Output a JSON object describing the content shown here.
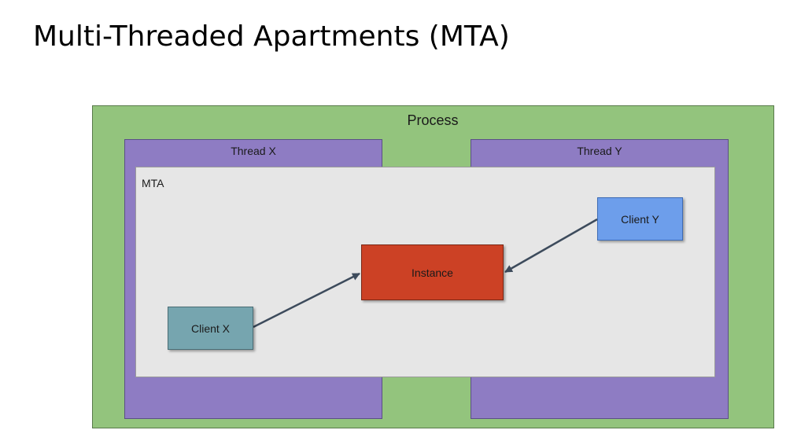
{
  "slide": {
    "title": "Multi-Threaded Apartments (MTA)"
  },
  "diagram": {
    "process_label": "Process",
    "thread_x_label": "Thread X",
    "thread_y_label": "Thread Y",
    "mta_label": "MTA",
    "client_x_label": "Client X",
    "client_y_label": "Client Y",
    "instance_label": "Instance"
  },
  "colors": {
    "process": "#93c47d",
    "thread": "#8e7cc3",
    "mta": "#e6e6e6",
    "client_x": "#76a5af",
    "client_y": "#6d9eeb",
    "instance": "#cc4125",
    "arrow": "#3d4b5c"
  }
}
